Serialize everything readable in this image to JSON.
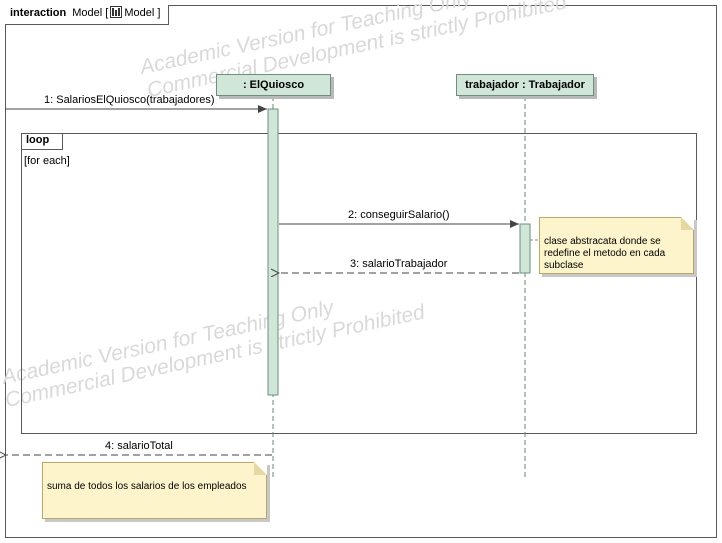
{
  "frame": {
    "keyword": "interaction",
    "name_prefix": "Model [",
    "name_suffix": "Model ]"
  },
  "lifelines": [
    {
      "id": "kiosco",
      "label": ": ElQuiosco"
    },
    {
      "id": "trabajador",
      "label": "trabajador : Trabajador"
    }
  ],
  "fragment": {
    "operator": "loop",
    "guard": "[for each]"
  },
  "messages": [
    {
      "label": "1: SalariosElQuiosco(trabajadores)"
    },
    {
      "label": "2: conseguirSalario()"
    },
    {
      "label": "3: salarioTrabajador"
    },
    {
      "label": "4: salarioTotal"
    }
  ],
  "notes": [
    {
      "text": "clase abstracata donde se redefine el metodo en cada subclase"
    },
    {
      "text": "suma de todos los salarios de los empleados"
    }
  ],
  "watermark": {
    "line1": "Academic Version for Teaching Only",
    "line2": "Commercial Development is strictly Prohibited"
  },
  "colors": {
    "lifeline_fill": "#cfe6d8",
    "note_fill": "#fdf4cc",
    "watermark": "#d9d9d9"
  }
}
